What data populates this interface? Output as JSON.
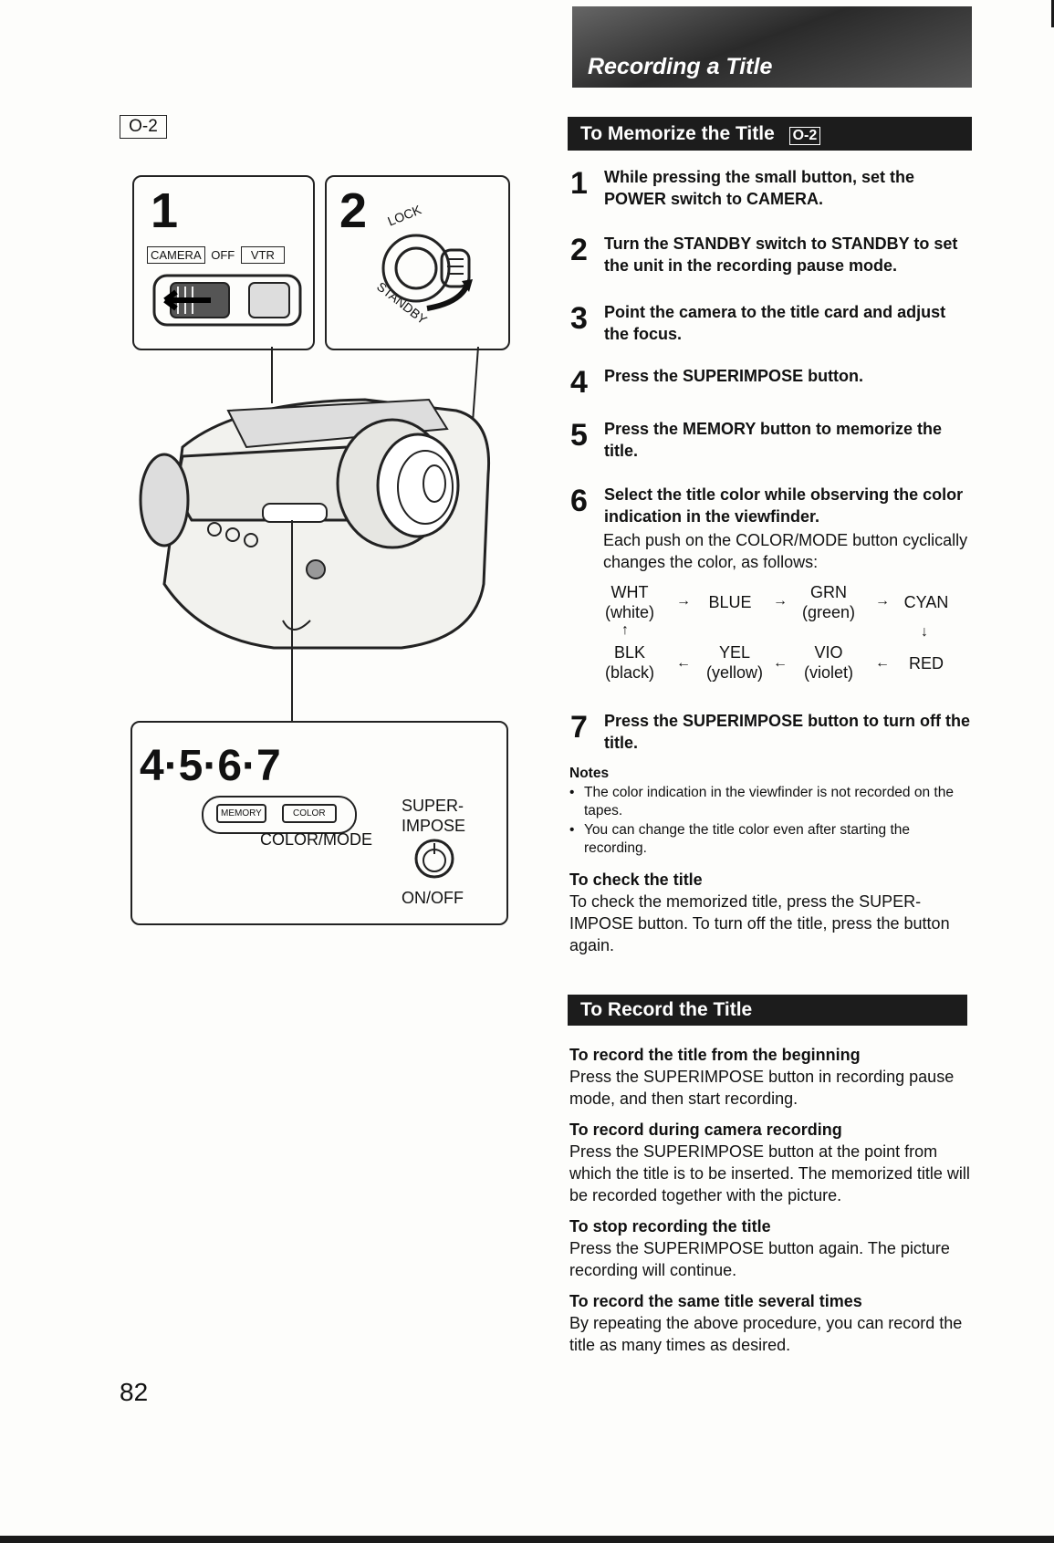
{
  "figure_label": "O-2",
  "page_number": "82",
  "panels": {
    "p1_number": "1",
    "p1_switch_labels": [
      "CAMERA",
      "OFF",
      "VTR"
    ],
    "p2_number": "2",
    "p2_dial_lock": "LOCK",
    "p2_dial_standby": "STANDBY",
    "p3_number": "4·5·6·7",
    "p3_memory": "MEMORY",
    "p3_color": "COLOR",
    "p3_color_mode": "COLOR/MODE",
    "p3_superimpose": "SUPER-\nIMPOSE",
    "p3_onoff": "ON/OFF"
  },
  "header": {
    "title": "Recording a Title"
  },
  "section1": {
    "title": "To Memorize the Title",
    "ref": "O-2",
    "steps": [
      {
        "n": "1",
        "text": "While pressing the small button, set the POWER switch to CAMERA."
      },
      {
        "n": "2",
        "text": "Turn the STANDBY switch to STANDBY to set the unit in the recording pause mode."
      },
      {
        "n": "3",
        "text": "Point the camera to the title card and adjust the focus."
      },
      {
        "n": "4",
        "text": "Press the SUPERIMPOSE button."
      },
      {
        "n": "5",
        "text": "Press the MEMORY button to memorize the title."
      },
      {
        "n": "6",
        "text": "Select the title color while observing the color indication in the viewfinder."
      },
      {
        "n": "7",
        "text": "Press the SUPERIMPOSE button to turn off the title."
      }
    ],
    "step6_body": "Each push on the COLOR/MODE button cyclically changes the color, as follows:",
    "colors_top": [
      {
        "code": "WHT",
        "name": "(white)"
      },
      {
        "code": "BLUE",
        "name": ""
      },
      {
        "code": "GRN",
        "name": "(green)"
      },
      {
        "code": "CYAN",
        "name": ""
      }
    ],
    "colors_bottom": [
      {
        "code": "BLK",
        "name": "(black)"
      },
      {
        "code": "YEL",
        "name": "(yellow)"
      },
      {
        "code": "VIO",
        "name": "(violet)"
      },
      {
        "code": "RED",
        "name": ""
      }
    ],
    "notes_title": "Notes",
    "notes": [
      "The color indication in the viewfinder is not recorded on the tapes.",
      "You can change the title color even after starting the recording."
    ],
    "check_title": "To check the title",
    "check_body": "To check the memorized title, press the SUPER-IMPOSE button. To turn off the title, press the button again."
  },
  "section2": {
    "title": "To Record the Title",
    "items": [
      {
        "heading": "To record the title from the beginning",
        "body": "Press the SUPERIMPOSE button in recording pause mode, and then start recording."
      },
      {
        "heading": "To record during camera recording",
        "body": "Press the SUPERIMPOSE button at the point from which the title is to be inserted. The memorized title will be recorded together with the picture."
      },
      {
        "heading": "To stop recording the title",
        "body": "Press the SUPERIMPOSE button again. The picture recording will continue."
      },
      {
        "heading": "To record the same title several times",
        "body": "By repeating the above procedure, you can record the title as many times as desired."
      }
    ]
  }
}
